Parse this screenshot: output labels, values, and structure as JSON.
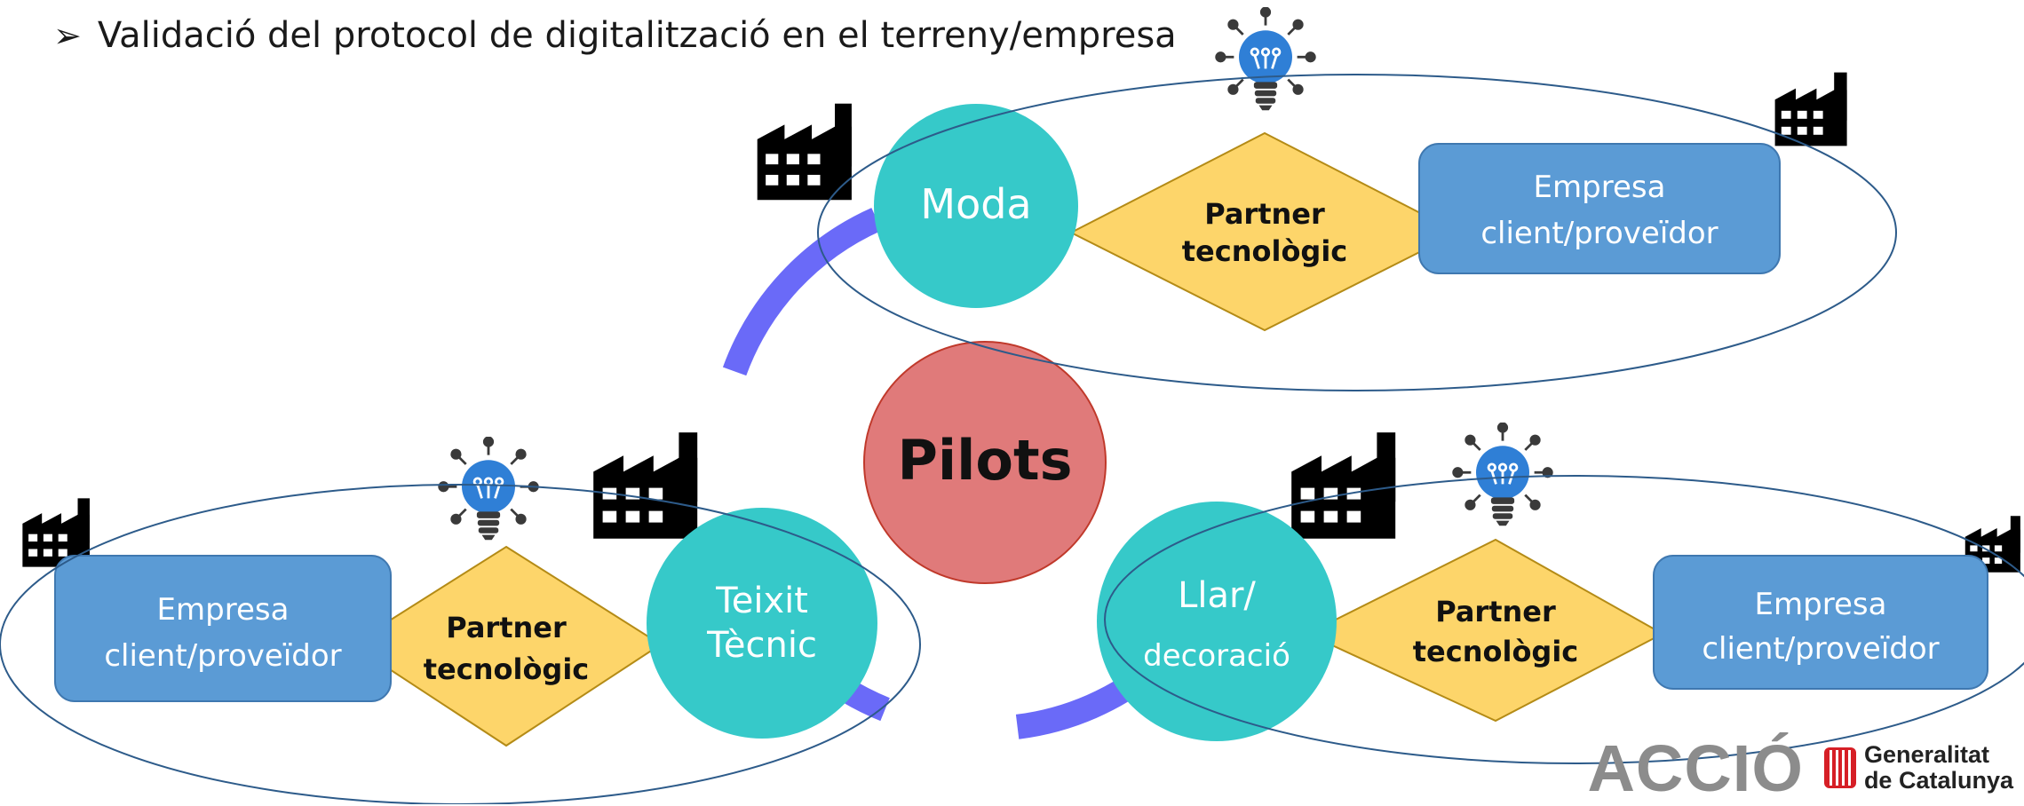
{
  "bullet": {
    "marker": "➢",
    "text": "Validació del protocol de digitalització en el terreny/empresa"
  },
  "center": {
    "label": "Pilots",
    "color": "#e07a7a"
  },
  "ring_color": "#6a6af8",
  "node_color": "#36c9c9",
  "partner_color": "#fdd56a",
  "company_color": "#5b9bd5",
  "nodes": {
    "moda": {
      "label": "Moda"
    },
    "teixit": {
      "line1": "Teixit",
      "line2": "Tècnic"
    },
    "llar": {
      "line1": "Llar/",
      "line2": "decoració"
    }
  },
  "partner": {
    "line1": "Partner",
    "line2": "tecnològic"
  },
  "company": {
    "line1": "Empresa",
    "line2": "client/proveïdor"
  },
  "icons": [
    "factory-icon",
    "lightbulb-icon"
  ],
  "footer": {
    "accio": "ACCIÓ",
    "gov_line1": "Generalitat",
    "gov_line2": "de Catalunya"
  }
}
